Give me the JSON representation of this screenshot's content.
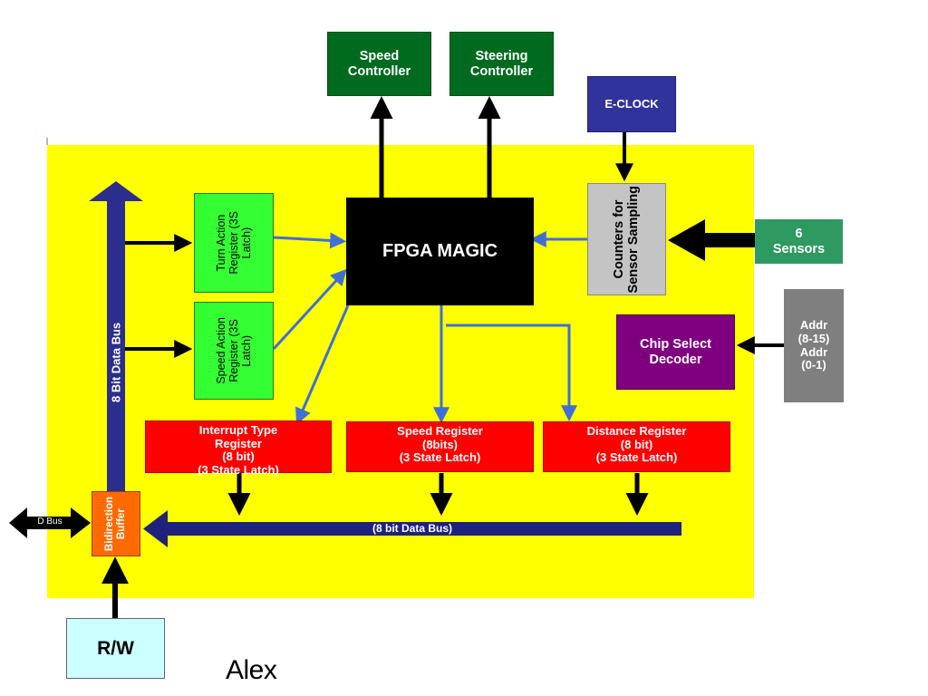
{
  "blocks": {
    "speed_controller": "Speed\nController",
    "steering_controller": "Steering\nController",
    "eclock": "E-CLOCK",
    "counters": "Counters for\nSensor Sampling",
    "sensors": "6\nSensors",
    "fpga": "FPGA MAGIC",
    "turn_action": "Turn Action\nRegister (3S\nLatch)",
    "speed_action": "Speed Action\nRegister (3S\nLatch)",
    "chip_select": "Chip Select\nDecoder",
    "addr": "Addr\n(8-15)\nAddr\n(0-1)",
    "interrupt": "Interrupt Type\nRegister\n(8 bit)\n(3 State Latch)",
    "speed_reg": "Speed Register\n(8bits)\n(3 State Latch)",
    "distance_reg": "Distance Register\n(8 bit)\n(3 State Latch)",
    "buffer": "Bidirection\nBuffer",
    "rw": "R/W"
  },
  "buses": {
    "vertical": "8 Bit Data Bus",
    "horizontal": "(8 bit Data Bus)",
    "dbus": "D Bus"
  },
  "caption": "Alex",
  "colors": {
    "background": "#ffff00",
    "controllers": "#006b1f",
    "eclock": "#30339c",
    "counters": "#c4c4c4",
    "sensors": "#2e9960",
    "fpga": "#000000",
    "action_registers": "#33ff33",
    "chip_select": "#7f007f",
    "addr": "#7f7f7f",
    "registers": "#ff0000",
    "buffer": "#ff6a00",
    "rw": "#ccffff",
    "data_bus": "#2b2e8c",
    "signal_arrows": "#3f6fd6"
  }
}
